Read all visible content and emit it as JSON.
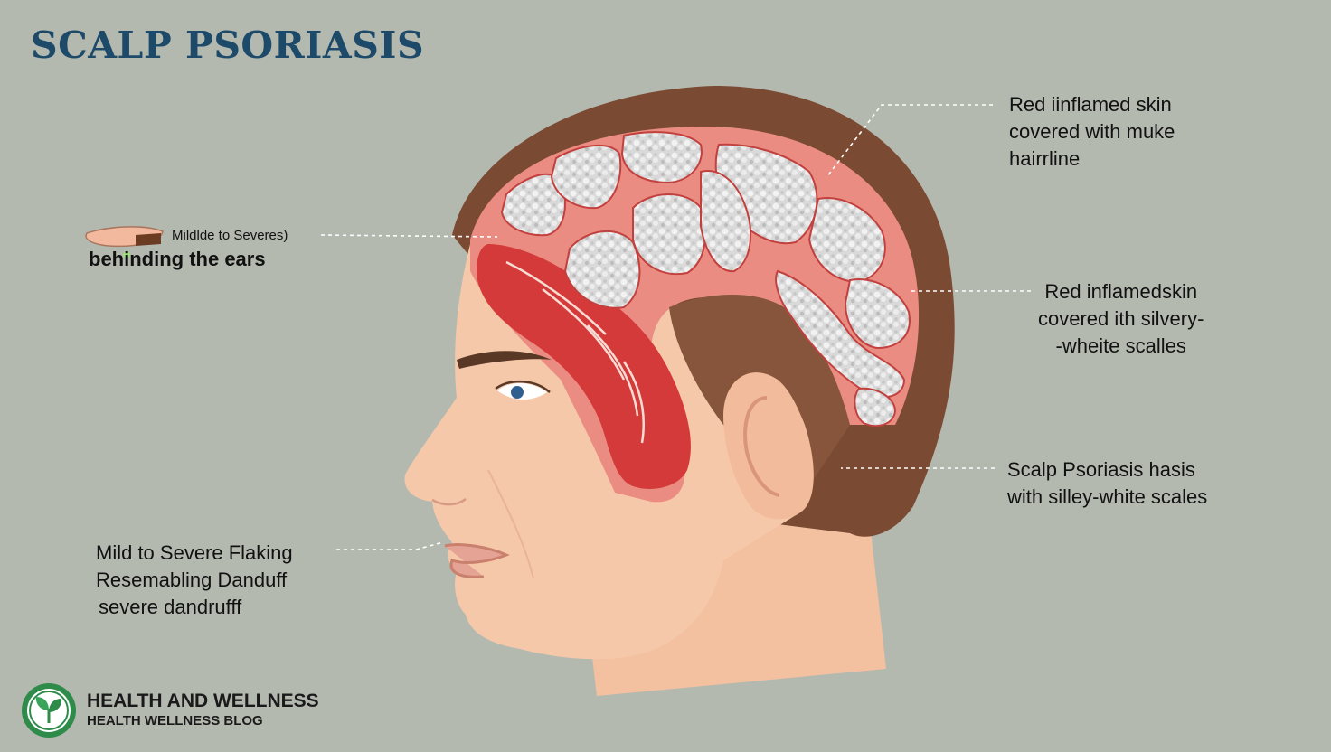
{
  "title": "SCALP PSORIASIS",
  "callouts": {
    "top_left_small": "Mildlde to Severes)",
    "top_left_main": "behinding the ears",
    "top_right": [
      "Red iinflamed skin",
      "covered with muke",
      "hairrline"
    ],
    "middle_right": [
      "Red inflamedskin",
      "covered ith silvery-",
      "-wheite scalles"
    ],
    "bottom_right": [
      "Scalp Psoriasis hasis",
      "with silley-white scales"
    ],
    "bottom_left": [
      "Mild to Severe Flaking",
      "Resemabling Danduff",
      "severe dandrufff"
    ]
  },
  "brand": {
    "line1": "HEALTH AND WELLNESS",
    "line2": "HEALTH WELLNESS BLOG"
  },
  "icons": [
    "leaf-logo-icon",
    "comb-icon"
  ],
  "colors": {
    "background": "#b4b9b0",
    "title": "#1e4a6a",
    "skin": "#f6c8aa",
    "hair": "#7b4a33",
    "inflamed": "#d43a3a",
    "scale": "#e4e4e4",
    "logo_green": "#2e8b4a"
  }
}
